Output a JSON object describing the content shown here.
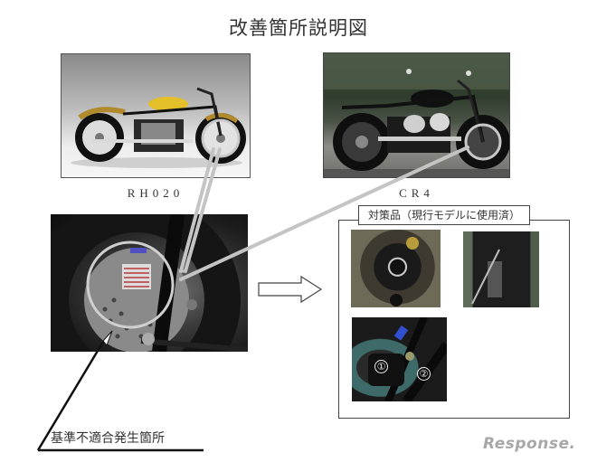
{
  "document": {
    "title": "改善箇所説明図"
  },
  "photos": {
    "model_1": {
      "caption": "RH020",
      "description": "yellow-tank bobber motorcycle, studio backdrop"
    },
    "model_2": {
      "caption": "CR4",
      "description": "black bobber motorcycle, outdoor"
    },
    "closeup": {
      "description": "front wheel brake caliper closeup with circled area"
    }
  },
  "countermeasure": {
    "label": "対策品（現行モデルに使用済）",
    "marker_1": "①",
    "marker_2": "②"
  },
  "callout": {
    "label": "基準不適合発生箇所"
  },
  "watermark": {
    "text": "Response."
  },
  "colors": {
    "connector_line": "#bdbdbd",
    "border": "#444444",
    "watermark": "#a8a8a8"
  }
}
